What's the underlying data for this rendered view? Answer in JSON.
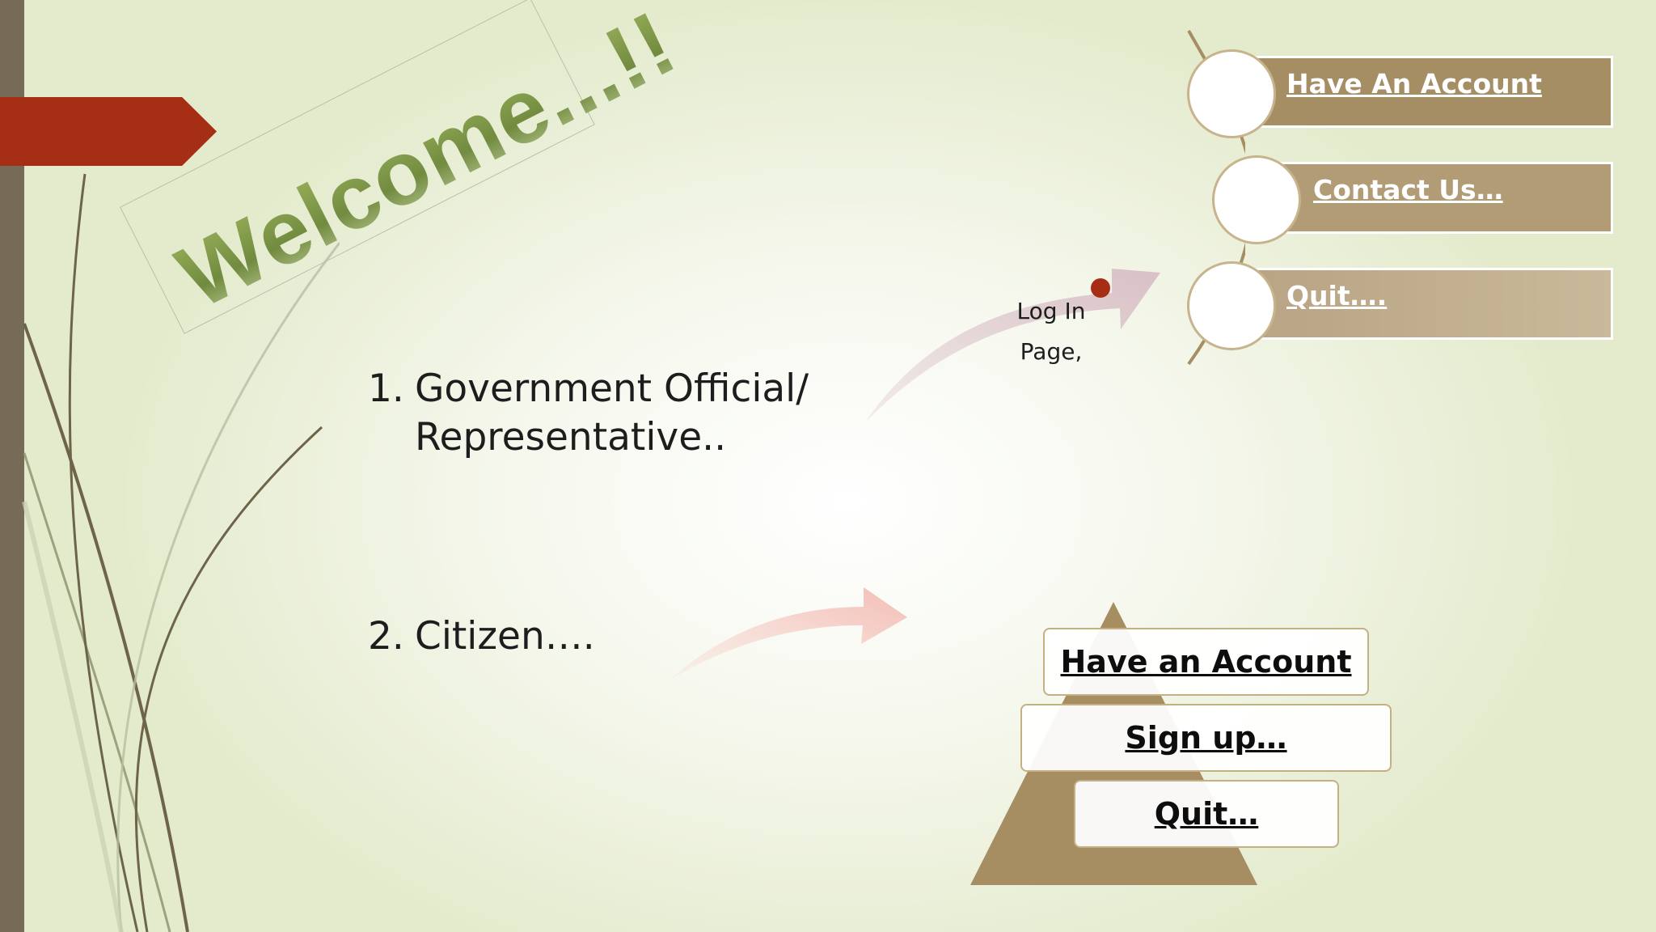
{
  "welcome": "Welcome...!!",
  "roles": [
    {
      "number": "1.",
      "line1": "Government Official/",
      "line2": "Representative.."
    },
    {
      "number": "2.",
      "label": "Citizen…."
    }
  ],
  "login_page": {
    "line1": "Log In",
    "line2": "Page,"
  },
  "official_menu": [
    "Have An Account",
    "Contact Us…  ",
    "Quit…."
  ],
  "citizen_menu": [
    "Have an Account",
    "Sign up…",
    "Quit…"
  ],
  "colors": {
    "accent_red": "#a52e14",
    "sidebar": "#766b57",
    "menu_tan": "#a58e64",
    "pyramid": "#a68d62",
    "arrow_mauve": "#dcc5cb",
    "arrow_pink": "#f4c4bc"
  }
}
